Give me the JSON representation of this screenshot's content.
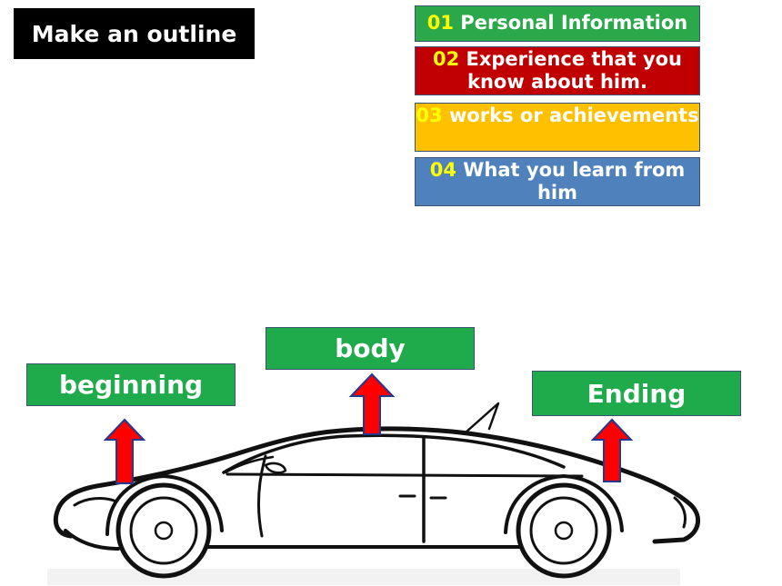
{
  "title": "Make an outline",
  "outline": [
    {
      "num": "01",
      "text": " Personal Information",
      "num_color": "#ffff00",
      "bg": "#2aa84a"
    },
    {
      "num": "02",
      "text": " Experience that you know about him.",
      "num_color": "#ffff00",
      "bg": "#c00000"
    },
    {
      "num": "03",
      "text": " works or achievements",
      "num_color": "#ffff00",
      "bg": "#ffc000"
    },
    {
      "num": "04",
      "text": "  What you learn from him",
      "num_color": "#ffff00",
      "bg": "#4f81bd"
    }
  ],
  "labels": {
    "beginning": "beginning",
    "body": "body",
    "ending": "Ending"
  },
  "colors": {
    "label_bg": "#1faa4c",
    "arrow_fill": "#ff0000",
    "arrow_stroke": "#1f3a93"
  },
  "icons": {
    "car": "car-outline-icon",
    "arrow": "up-arrow-icon"
  }
}
